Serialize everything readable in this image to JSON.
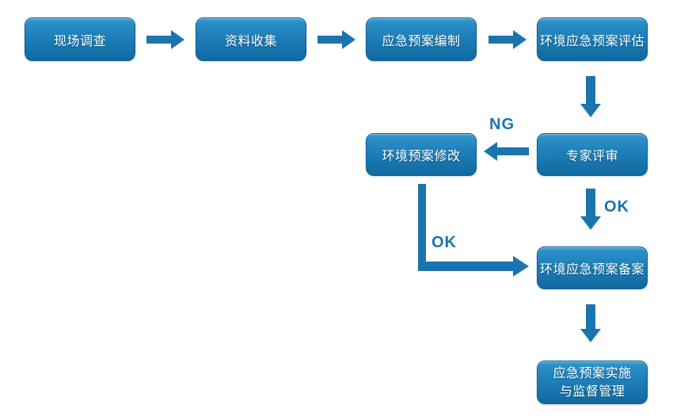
{
  "diagram": {
    "background": "#ffffff",
    "node_text_color": "#ffffff",
    "arrow_color": "#1b74ae",
    "label_color": "#1b74ae",
    "node_border": "#0d5d95",
    "node_gradient_top": "#2b90c8",
    "node_gradient_bottom": "#11699f"
  },
  "nodes": {
    "site_survey": "现场调查",
    "data_collection": "资料收集",
    "plan_compilation": "应急预案编制",
    "plan_assessment": "环境应急预案评估",
    "plan_revision": "环境预案修改",
    "expert_review": "专家评审",
    "plan_filing": "环境应急预案备案",
    "implementation_line1": "应急预案实施",
    "implementation_line2": "与监督管理"
  },
  "edge_labels": {
    "ng": "NG",
    "ok_expert": "OK",
    "ok_revision": "OK"
  }
}
